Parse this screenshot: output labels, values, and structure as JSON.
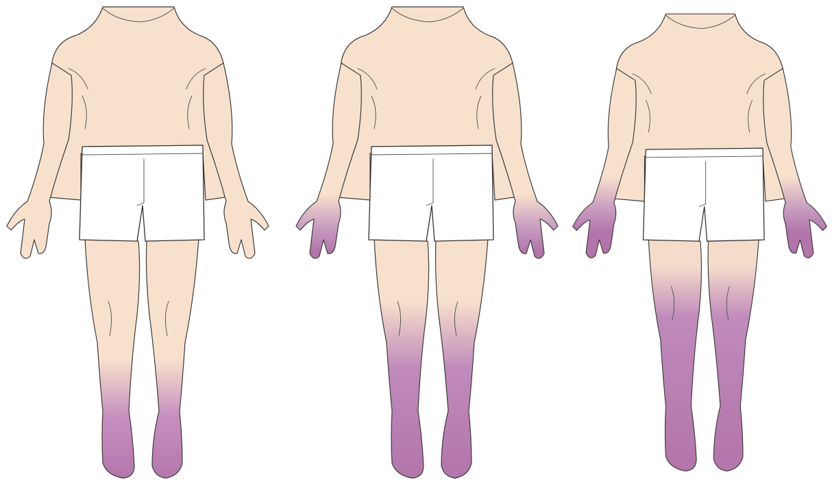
{
  "figures": [
    {
      "id": "figure-1",
      "discoloration": "feet-lower-legs",
      "severity": "mild"
    },
    {
      "id": "figure-2",
      "discoloration": "hands-lower-legs",
      "severity": "moderate"
    },
    {
      "id": "figure-3",
      "discoloration": "hands-legs-from-knees",
      "severity": "extensive"
    }
  ],
  "colors": {
    "skin": "#f8e1cc",
    "discoloration": "#b274a9",
    "outline": "#3a3a3a",
    "shorts": "#ffffff",
    "background": "#ffffff"
  }
}
